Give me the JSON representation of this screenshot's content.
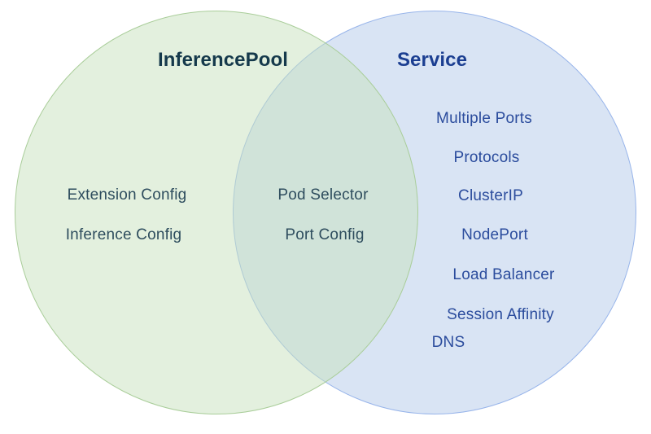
{
  "diagram": {
    "type": "venn",
    "background_color": "#ffffff",
    "left_set": {
      "title": "InferencePool",
      "fill_color": "#e4efdf",
      "stroke_color": "#a9cd99",
      "title_color": "#15394b",
      "item_color": "#2e4d5e",
      "items": [
        "Extension Config",
        "Inference Config"
      ]
    },
    "right_set": {
      "title": "Service",
      "fill_color": "#d9e4f4",
      "stroke_color": "#97b4ea",
      "title_color": "#1b3e91",
      "item_color": "#2b4c9d",
      "items": [
        "Multiple Ports",
        "Protocols",
        "ClusterIP",
        "NodePort",
        "Load Balancer",
        "Session Affinity",
        "DNS"
      ]
    },
    "intersection": {
      "fill_color": "#d7e6dc",
      "item_color": "#2e4d5e",
      "items": [
        "Pod Selector",
        "Port Config"
      ]
    }
  }
}
